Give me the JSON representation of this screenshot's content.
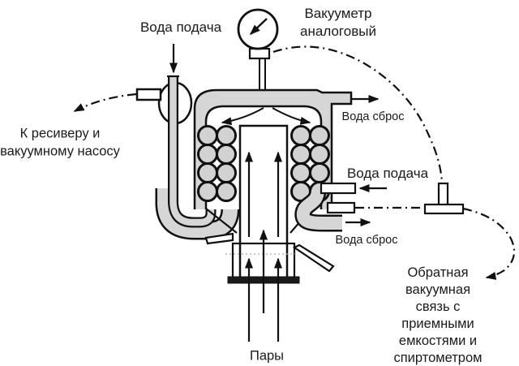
{
  "labels": {
    "water_supply_top": "Вода подача",
    "gauge": "Вакууметр\nаналоговый",
    "water_discharge_top": "Вода сброс",
    "water_supply_right": "Вода подача",
    "water_discharge_bottom": "Вода сброс",
    "to_receiver": "К ресиверу и\nвакуумному насосу",
    "vacuum_feedback": "Обратная\nвакуумная связь с\nприемными\nемкостями и\nспиртометром",
    "vapors": "Пары"
  },
  "colors": {
    "line": "#111111",
    "tube_fill": "#d6d6d6",
    "coil_fill": "#d2d2d2",
    "background": "#ffffff"
  }
}
